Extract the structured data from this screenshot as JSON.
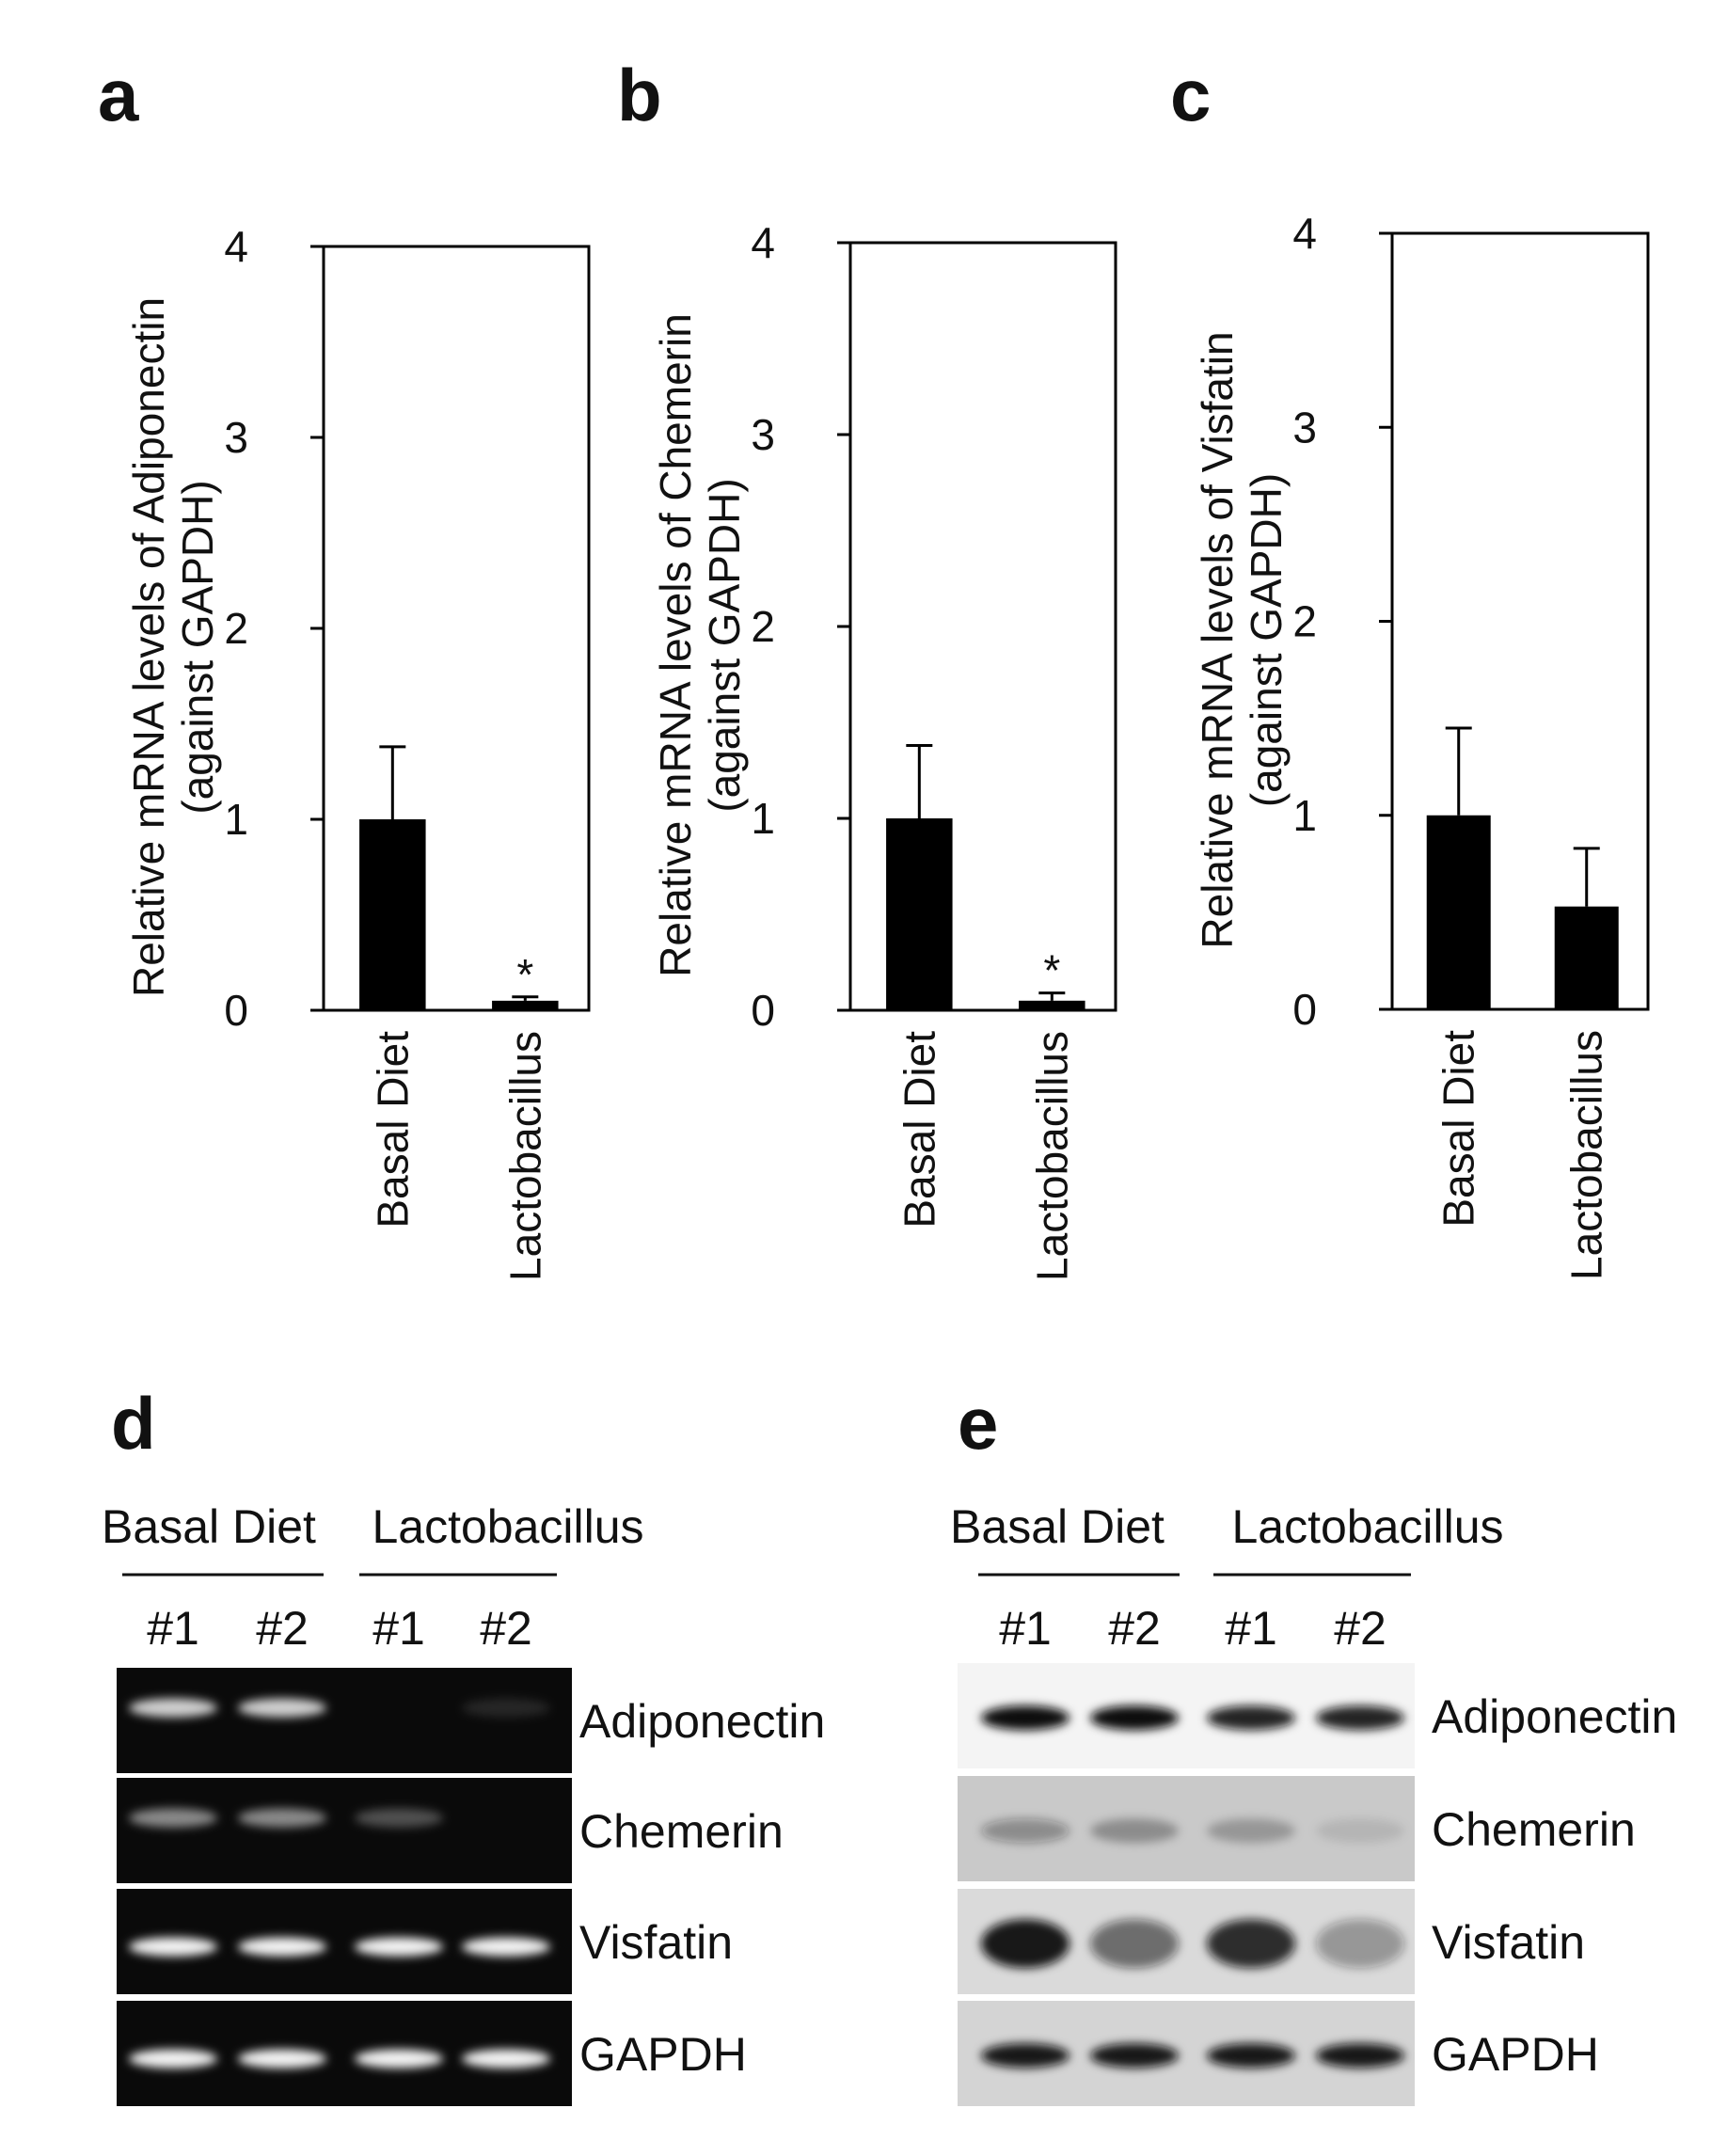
{
  "colors": {
    "bar": "#000000",
    "frame": "#000000",
    "gel_background": "#0a0a0a",
    "gel_band": "#f2f2f2",
    "blot_background": "#d4d4d4",
    "blot_band": "#111111"
  },
  "chart_data": [
    {
      "panel": "a",
      "type": "bar",
      "ylabel": [
        "Relative mRNA levels of Adiponectin",
        "(against GAPDH)"
      ],
      "categories": [
        "Basal Diet",
        "Lactobacillus"
      ],
      "values": [
        1.0,
        0.05
      ],
      "errors": [
        0.38,
        0.02
      ],
      "significance": [
        "",
        "*"
      ],
      "ylim": [
        0,
        4
      ],
      "yticks": [
        "0",
        "1",
        "2",
        "3",
        "4"
      ]
    },
    {
      "panel": "b",
      "type": "bar",
      "ylabel": [
        "Relative mRNA levels of Chemerin",
        "(against GAPDH)"
      ],
      "categories": [
        "Basal Diet",
        "Lactobacillus"
      ],
      "values": [
        1.0,
        0.05
      ],
      "errors": [
        0.38,
        0.04
      ],
      "significance": [
        "",
        "*"
      ],
      "ylim": [
        0,
        4
      ],
      "yticks": [
        "0",
        "1",
        "2",
        "3",
        "4"
      ]
    },
    {
      "panel": "c",
      "type": "bar",
      "ylabel": [
        "Relative mRNA levels of Visfatin",
        "(against GAPDH)"
      ],
      "categories": [
        "Basal Diet",
        "Lactobacillus"
      ],
      "values": [
        1.0,
        0.53
      ],
      "errors": [
        0.45,
        0.3
      ],
      "significance": [
        "",
        ""
      ],
      "ylim": [
        0,
        4
      ],
      "yticks": [
        "0",
        "1",
        "2",
        "3",
        "4"
      ]
    }
  ],
  "panels_bottom": [
    {
      "panel": "d",
      "groups": [
        "Basal Diet",
        "Lactobacillus"
      ],
      "lanes": [
        "#1",
        "#2",
        "#1",
        "#2"
      ],
      "rows": [
        {
          "label": "Adiponectin",
          "intensities": [
            0.85,
            0.85,
            0.0,
            0.12
          ]
        },
        {
          "label": "Chemerin",
          "intensities": [
            0.55,
            0.55,
            0.3,
            0.0
          ]
        },
        {
          "label": "Visfatin",
          "intensities": [
            1.0,
            1.0,
            1.0,
            1.0
          ]
        },
        {
          "label": "GAPDH",
          "intensities": [
            1.0,
            1.0,
            1.0,
            1.0
          ]
        }
      ]
    },
    {
      "panel": "e",
      "groups": [
        "Basal Diet",
        "Lactobacillus"
      ],
      "lanes": [
        "#1",
        "#2",
        "#1",
        "#2"
      ],
      "rows": [
        {
          "label": "Adiponectin",
          "intensities": [
            1.0,
            1.0,
            0.9,
            0.9
          ]
        },
        {
          "label": "Chemerin",
          "intensities": [
            0.35,
            0.3,
            0.25,
            0.1
          ]
        },
        {
          "label": "Visfatin",
          "intensities": [
            0.95,
            0.55,
            0.85,
            0.35
          ]
        },
        {
          "label": "GAPDH",
          "intensities": [
            0.95,
            0.95,
            0.95,
            0.95
          ]
        }
      ]
    }
  ]
}
